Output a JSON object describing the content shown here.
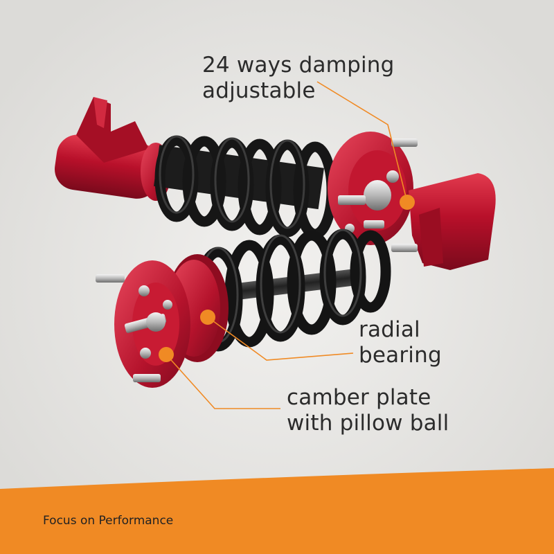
{
  "colors": {
    "background": "#e9e8e6",
    "accent_orange": "#f08a24",
    "part_red": "#b8102a",
    "spring_black": "#1a1a1a"
  },
  "callouts": [
    {
      "line1": "24 ways damping",
      "line2": "adjustable"
    },
    {
      "line1": "radial",
      "line2": "bearing"
    },
    {
      "line1": "camber plate",
      "line2": "with pillow ball"
    }
  ],
  "footer": {
    "text": "Focus on Performance"
  }
}
